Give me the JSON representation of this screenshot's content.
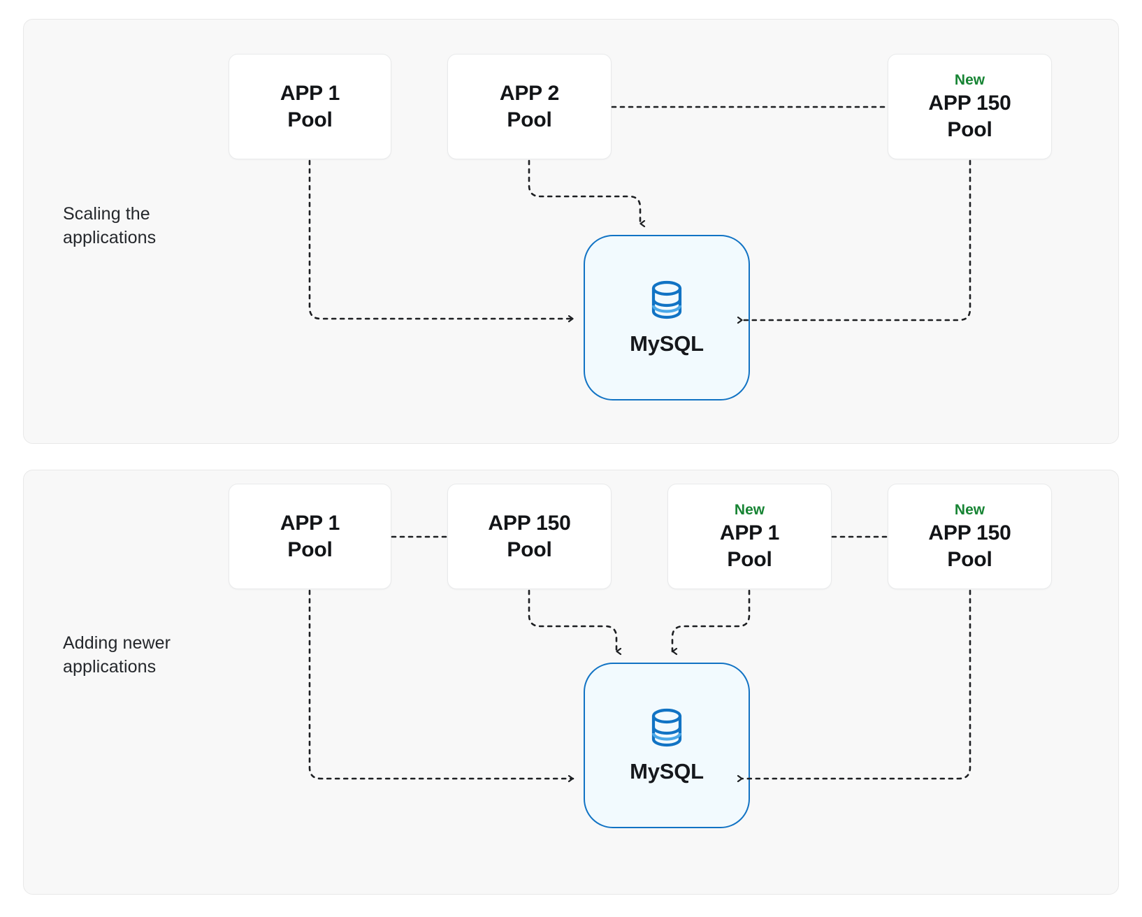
{
  "diagram": {
    "title_hidden": "",
    "colors": {
      "panel_background": "#f8f8f8",
      "panel_border": "#e8e8e8",
      "node_background": "#ffffff",
      "node_border": "#e9eaeb",
      "node_text": "#121417",
      "badge_green": "#178434",
      "db_border": "#1173c4",
      "db_background": "#f2fafe",
      "db_icon_primary": "#1173c4",
      "db_icon_accent": "#4aa8e8",
      "edge": "#1d1f22"
    },
    "panels": [
      {
        "id": "scaling",
        "label": "Scaling the\napplications",
        "nodes": [
          {
            "id": "app1",
            "badge": "",
            "title": "APP 1\nPool"
          },
          {
            "id": "app2",
            "badge": "",
            "title": "APP 2\nPool"
          },
          {
            "id": "app150",
            "badge": "New",
            "title": "APP 150\nPool"
          }
        ],
        "database": {
          "id": "mysql-top",
          "label": "MySQL",
          "icon": "database-icon"
        }
      },
      {
        "id": "adding",
        "label": "Adding newer\napplications",
        "nodes": [
          {
            "id": "app1",
            "badge": "",
            "title": "APP 1\nPool"
          },
          {
            "id": "app150",
            "badge": "",
            "title": "APP 150\nPool"
          },
          {
            "id": "new-app1",
            "badge": "New",
            "title": "APP 1\nPool"
          },
          {
            "id": "new-app150",
            "badge": "New",
            "title": "APP 150\nPool"
          }
        ],
        "database": {
          "id": "mysql-bottom",
          "label": "MySQL",
          "icon": "database-icon"
        }
      }
    ]
  }
}
